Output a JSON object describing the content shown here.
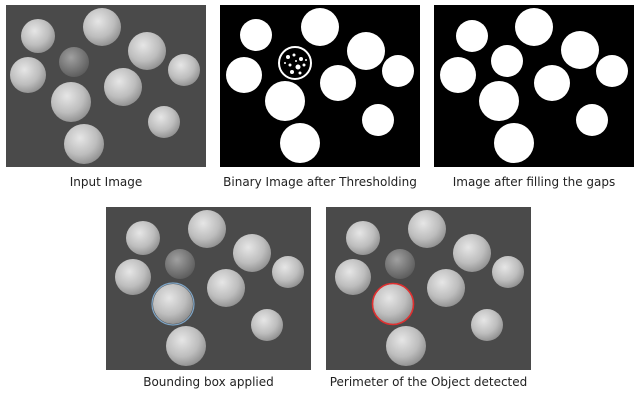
{
  "captions": {
    "input": "Input Image",
    "binary": "Binary Image after Thresholding",
    "filled": "Image after filling the gaps",
    "bbox": "Bounding box applied",
    "perimeter": "Perimeter of the Object detected"
  },
  "colors": {
    "background_gray": "#4a4a4a",
    "coin_light": "#cfcfcf",
    "coin_dark": "#8a8a8a",
    "binary_fg": "#ffffff",
    "binary_bg": "#000000",
    "bbox_outline": "#7fa6c8",
    "perimeter_outline": "#e03030"
  }
}
